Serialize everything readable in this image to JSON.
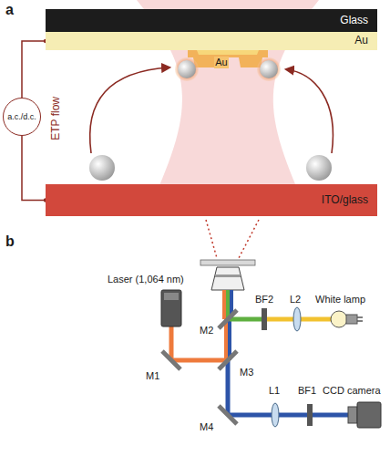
{
  "diagram": {
    "nodes": [
      {
        "text": [
          "Glass"
        ]
      },
      {
        "text": [
          "Au"
        ]
      },
      {
        "text": [
          "ITO/glass"
        ]
      },
      {
        "text": [
          "a.c./d.c."
        ]
      }
    ],
    "edges": [
      {
        "from": 3,
        "to": 1,
        "arrow": "none"
      },
      {
        "from": 3,
        "to": 2,
        "arrow": "none"
      }
    ],
    "labels": [
      "a",
      "Au",
      "ETP flow",
      "b",
      "Laser (1,064 nm)",
      "M1",
      "M2",
      "M3",
      "M4",
      "BF2",
      "L2",
      "White lamp",
      "BF1",
      "L1",
      "CCD camera"
    ]
  }
}
